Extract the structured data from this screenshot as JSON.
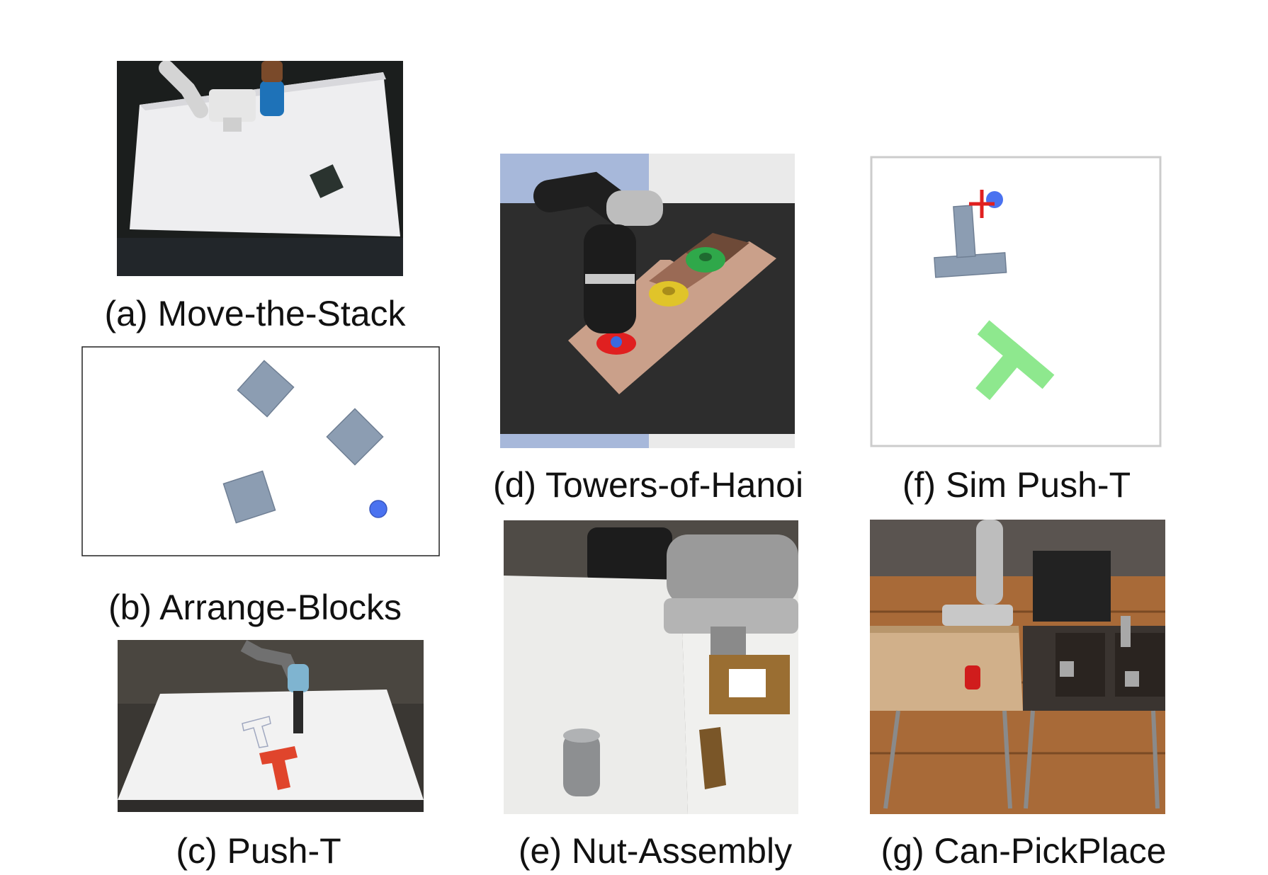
{
  "panels": {
    "a": {
      "caption": "(a) Move-the-Stack"
    },
    "b": {
      "caption": "(b) Arrange-Blocks"
    },
    "c": {
      "caption": "(c) Push-T"
    },
    "d": {
      "caption": "(d) Towers-of-Hanoi"
    },
    "e": {
      "caption": "(e) Nut-Assembly"
    },
    "f": {
      "caption": "(f) Sim Push-T"
    },
    "g": {
      "caption": "(g) Can-PickPlace"
    }
  },
  "colors": {
    "block": "#8c9db2",
    "agent_dot": "#4a72f0",
    "target_t": "#8ee88e",
    "red_marker": "#e02020",
    "real_t": "#e0452c"
  }
}
